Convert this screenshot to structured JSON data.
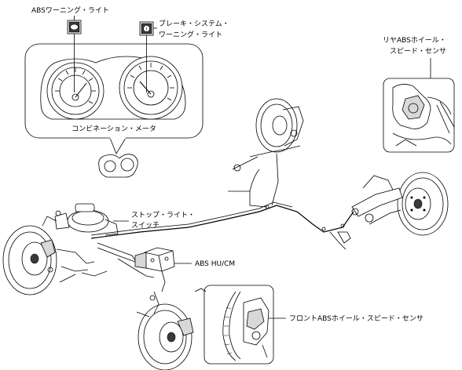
{
  "labels": {
    "abs_warning_light": "ABSワーニング・ライト",
    "brake_warning_light_line1": "ブレーキ・システム・",
    "brake_warning_light_line2": "ワーニング・ライト",
    "rear_sensor_line1": "リヤABSホイール・",
    "rear_sensor_line2": "スピード・センサ",
    "combination_meter": "コンビネーション・メータ",
    "stop_light_switch_line1": "ストップ・ライト・",
    "stop_light_switch_line2": "スイッチ",
    "abs_hu_cm": "ABS HU/CM",
    "front_sensor": "フロントABSホイール・スピード・センサ"
  },
  "icons": {
    "abs_lamp": "abs-warning-icon",
    "brake_lamp": "brake-warning-icon"
  }
}
